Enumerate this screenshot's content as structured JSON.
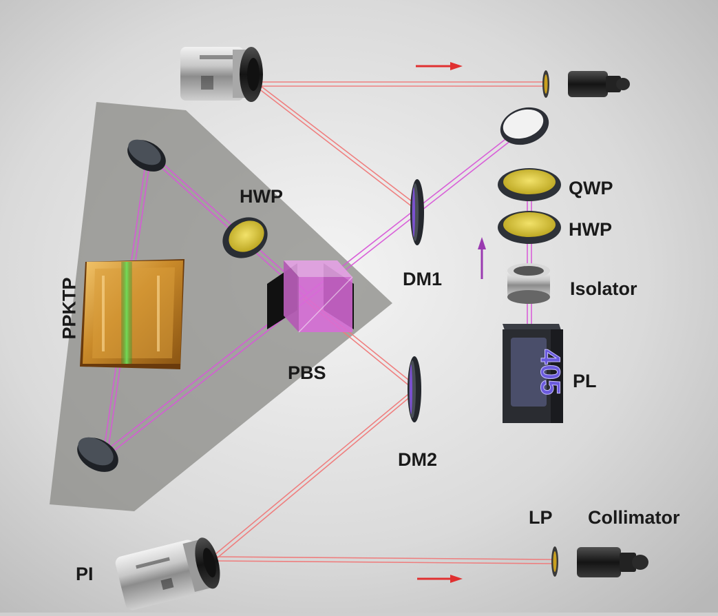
{
  "labels": {
    "ppktp": "PPKTP",
    "hwp_left": "HWP",
    "pbs": "PBS",
    "dm1": "DM1",
    "dm2": "DM2",
    "qwp": "QWP",
    "hwp_right": "HWP",
    "isolator": "Isolator",
    "pl": "PL",
    "pl_wavelength": "405",
    "lp": "LP",
    "collimator": "Collimator",
    "pi": "PI"
  },
  "colors": {
    "pump_beam": "#d858d8",
    "output_beam": "#f07a7a",
    "arrow_red": "#e03030",
    "arrow_violet": "#9a3ab0",
    "platform": "#8a8a86",
    "cube": "#d96bd9"
  },
  "icons": [
    "objective-lens-icon",
    "fiber-collimator-icon",
    "mirror-icon",
    "waveplate-icon",
    "isolator-icon",
    "laser-icon",
    "crystal-icon",
    "beam-splitter-cube-icon",
    "arrow-icon"
  ]
}
